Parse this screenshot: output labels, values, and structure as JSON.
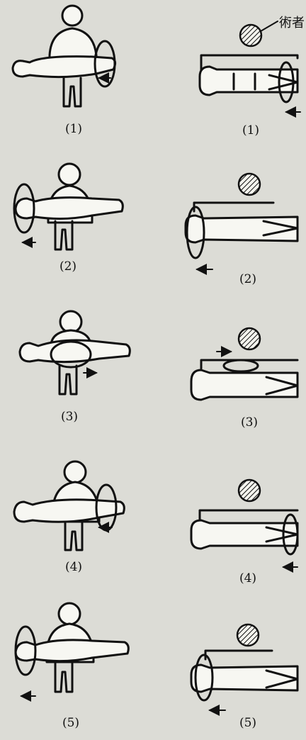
{
  "callout": "術者",
  "left_labels": [
    "(1)",
    "(2)",
    "(3)",
    "(4)",
    "(5)"
  ],
  "right_labels": [
    "(1)",
    "(2)",
    "(3)",
    "(4)",
    "(5)"
  ]
}
